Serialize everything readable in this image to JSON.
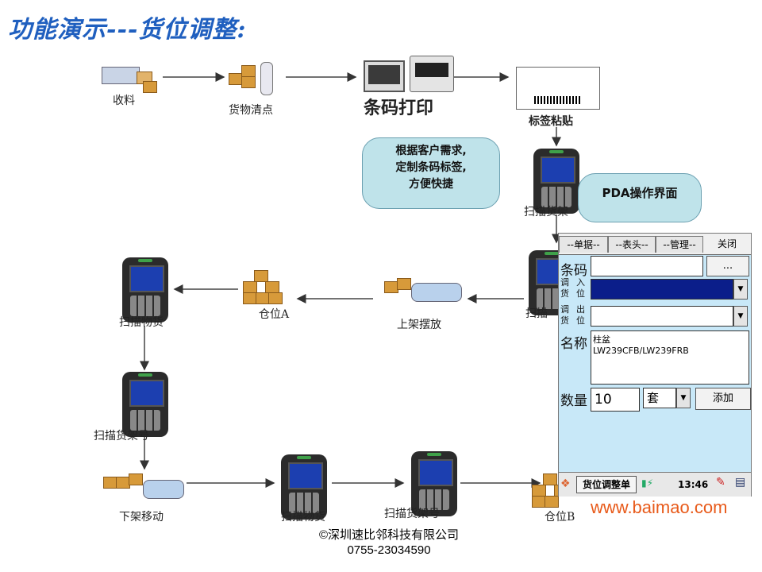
{
  "title": "功能演示---货位调整:",
  "flow": {
    "receive": "收料",
    "check": "货物清点",
    "print": "条码打印",
    "label_stick": "标签粘贴",
    "scan_top": "扫描货架",
    "scan_mid": "扫描",
    "scan_goods_left": "扫描物货",
    "scan_shelf_left": "扫描货架号",
    "location_a": "仓位A",
    "shelve": "上架摆放",
    "unshelve": "下架移动",
    "scan_goods_bottom": "扫描物货",
    "scan_shelf_bottom": "扫描货架号",
    "location_b": "仓位B"
  },
  "bubbles": {
    "note": [
      "根据客户需求,",
      "定制条码标签,",
      "方便快捷"
    ],
    "pda_title": "PDA操作界面"
  },
  "pda_app": {
    "tabs": [
      "--单据--",
      "--表头--",
      "--管理--",
      "关闭"
    ],
    "barcode_label": "条码",
    "barcode_btn": "...",
    "in_label": [
      "调",
      "入",
      "货",
      "位"
    ],
    "out_label": [
      "调",
      "出",
      "货",
      "位"
    ],
    "name_label": "名称",
    "name_value": [
      "柱盆",
      "LW239CFB/LW239FRB"
    ],
    "qty_label": "数量",
    "qty_value": "10",
    "unit_value": "套",
    "add_btn": "添加",
    "taskbar_title": "货位调整单",
    "clock": "13:46"
  },
  "watermark": "www.baimao.com",
  "footer": {
    "company": "©深圳速比邻科技有限公司",
    "phone": "0755-23034590"
  }
}
